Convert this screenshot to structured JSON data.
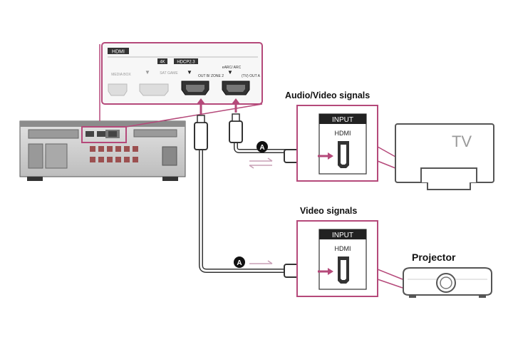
{
  "receiver_panel": {
    "header_box": "HDMI",
    "tag_4k": "4K",
    "tag_hdcp": "HDCP2.3",
    "port_media_box": "MEDIA BOX",
    "port_sat_game": "SAT GAME",
    "port_zone2_label": "OUT B/ ZONE 2",
    "port_arc_label": "eARC/ ARC",
    "port_tv_label": "(TV) OUT A"
  },
  "sections": {
    "av_signals": "Audio/Video signals",
    "video_signals": "Video signals"
  },
  "hdmi_box": {
    "input_label": "INPUT",
    "hdmi_label": "HDMI"
  },
  "markers": {
    "cable_a": "A"
  },
  "devices": {
    "tv": "TV",
    "projector": "Projector"
  },
  "colors": {
    "accent": "#b5497a",
    "cable": "#333333",
    "arrow": "#c9a0b6"
  }
}
